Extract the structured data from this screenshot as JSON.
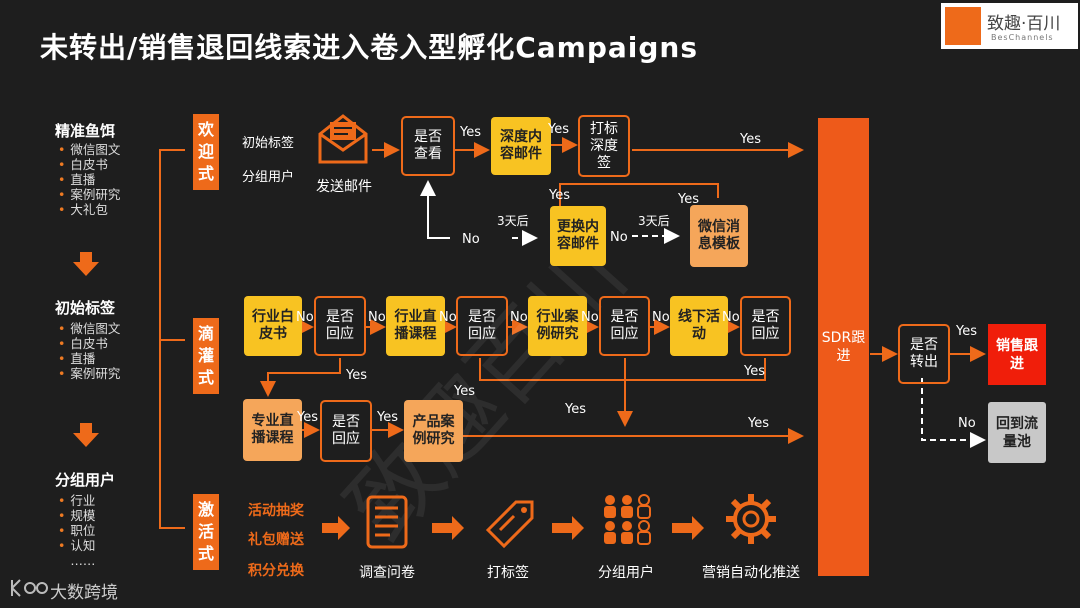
{
  "title": "未转出/销售退回线索进入卷入型孵化Campaigns",
  "logo": {
    "main": "致趣·百川",
    "sub": "BesChannels"
  },
  "watermark": "致趣百川",
  "footer_brand": "大数跨境",
  "left": {
    "groups": [
      {
        "heading": "精准鱼饵",
        "items": [
          "微信图文",
          "白皮书",
          "直播",
          "案例研究",
          "大礼包"
        ]
      },
      {
        "heading": "初始标签",
        "items": [
          "微信图文",
          "白皮书",
          "直播",
          "案例研究"
        ]
      },
      {
        "heading": "分组用户",
        "items": [
          "行业",
          "规模",
          "职位",
          "认知",
          "……"
        ]
      }
    ]
  },
  "stages": {
    "welcome": "欢迎式",
    "drip": "滴灌式",
    "activate": "激活式"
  },
  "welcome": {
    "input1": "初始标签",
    "input2": "分组用户",
    "send_mail": "发送邮件",
    "viewed": "是否查看",
    "deep_mail": "深度内容邮件",
    "tag_deep": "打标深度签",
    "change_mail": "更换内容邮件",
    "wechat_tpl": "微信消息模板",
    "after3": "3天后"
  },
  "drip": {
    "industry_wp": "行业白皮书",
    "industry_live": "行业直播课程",
    "industry_case": "行业案例研究",
    "offline": "线下活动",
    "replied": "是否回应",
    "pro_live": "专业直播课程",
    "product_case": "产品案例研究"
  },
  "activate": {
    "items": [
      "活动抽奖",
      "礼包赠送",
      "积分兑换"
    ],
    "steps": [
      "调查问卷",
      "打标签",
      "分组用户",
      "营销自动化推送"
    ]
  },
  "sdr": "SDR跟进",
  "converted": "是否转出",
  "sales_follow": "销售跟进",
  "back_pool": "回到流量池",
  "yes": "Yes",
  "no": "No",
  "colors": {
    "accent": "#ee6a1a",
    "yellow": "#f8c322",
    "peach": "#f5a65a",
    "red": "#f01e0a",
    "gray": "#c8c8c8"
  }
}
